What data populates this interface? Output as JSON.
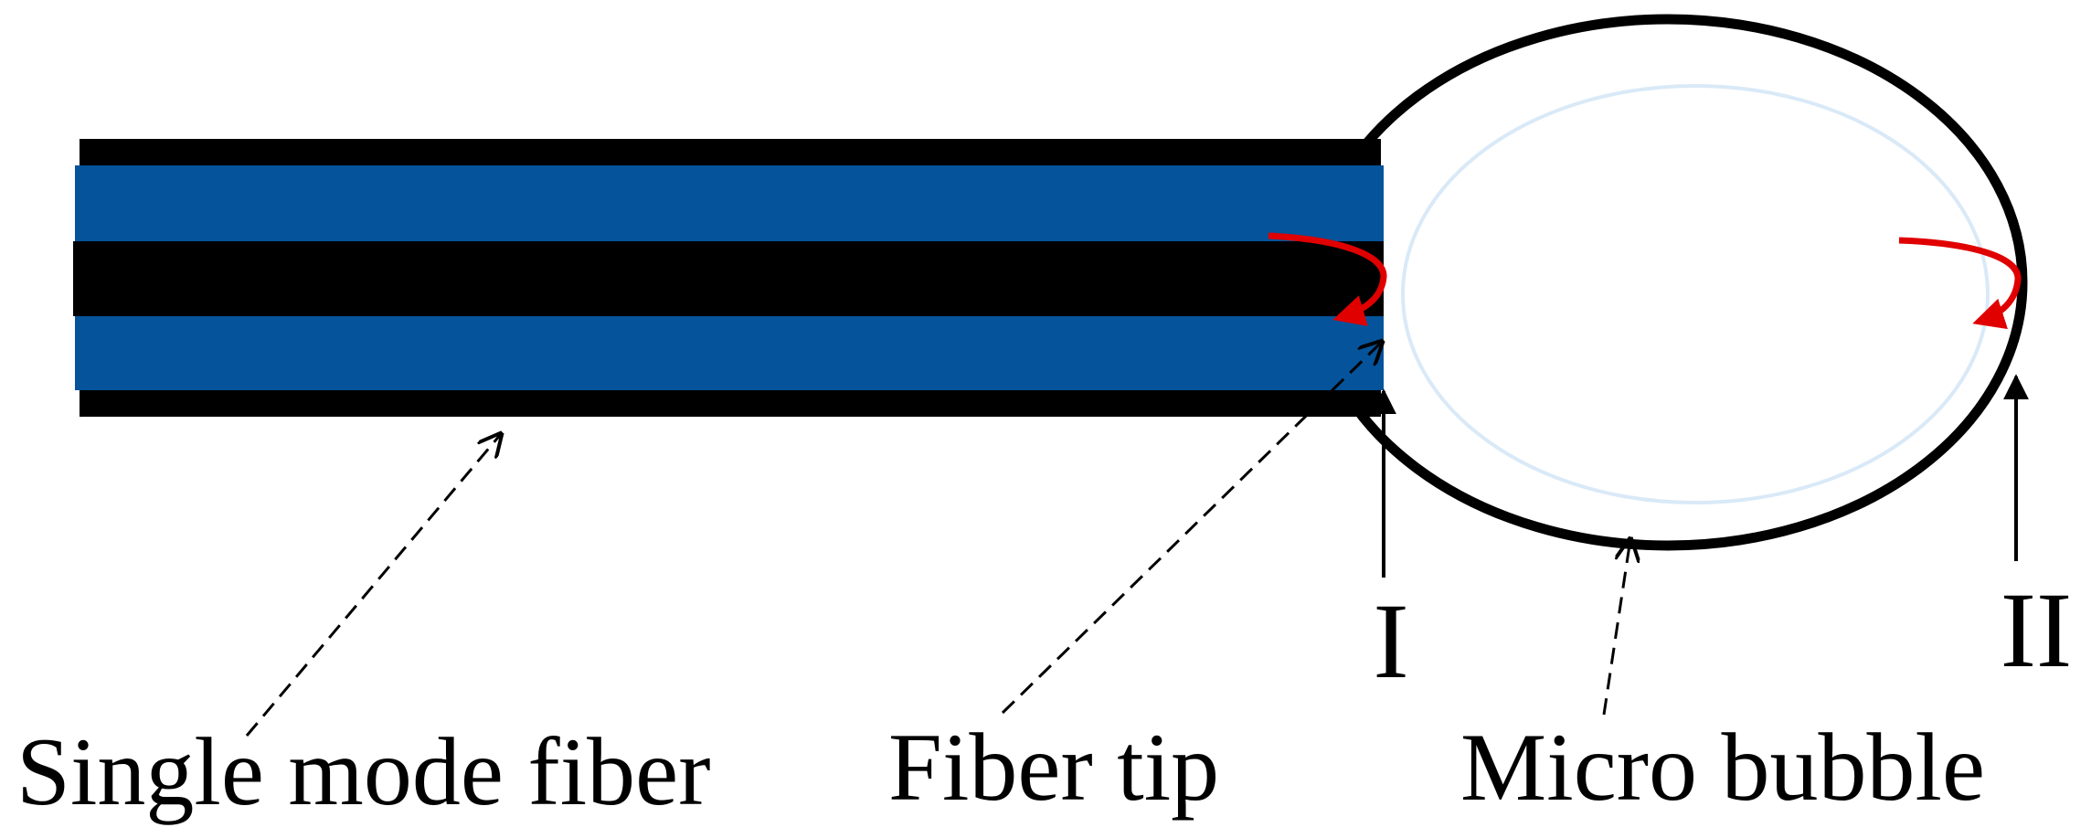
{
  "labels": {
    "single_mode_fiber": "Single mode fiber",
    "fiber_tip": "Fiber tip",
    "micro_bubble": "Micro bubble",
    "interface_1": "I",
    "interface_2": "II"
  },
  "colors": {
    "fiber_cladding": "#04539b",
    "fiber_core": "#000000",
    "reflection_arrow": "#e00000",
    "outline": "#000000",
    "background": "#ffffff"
  }
}
